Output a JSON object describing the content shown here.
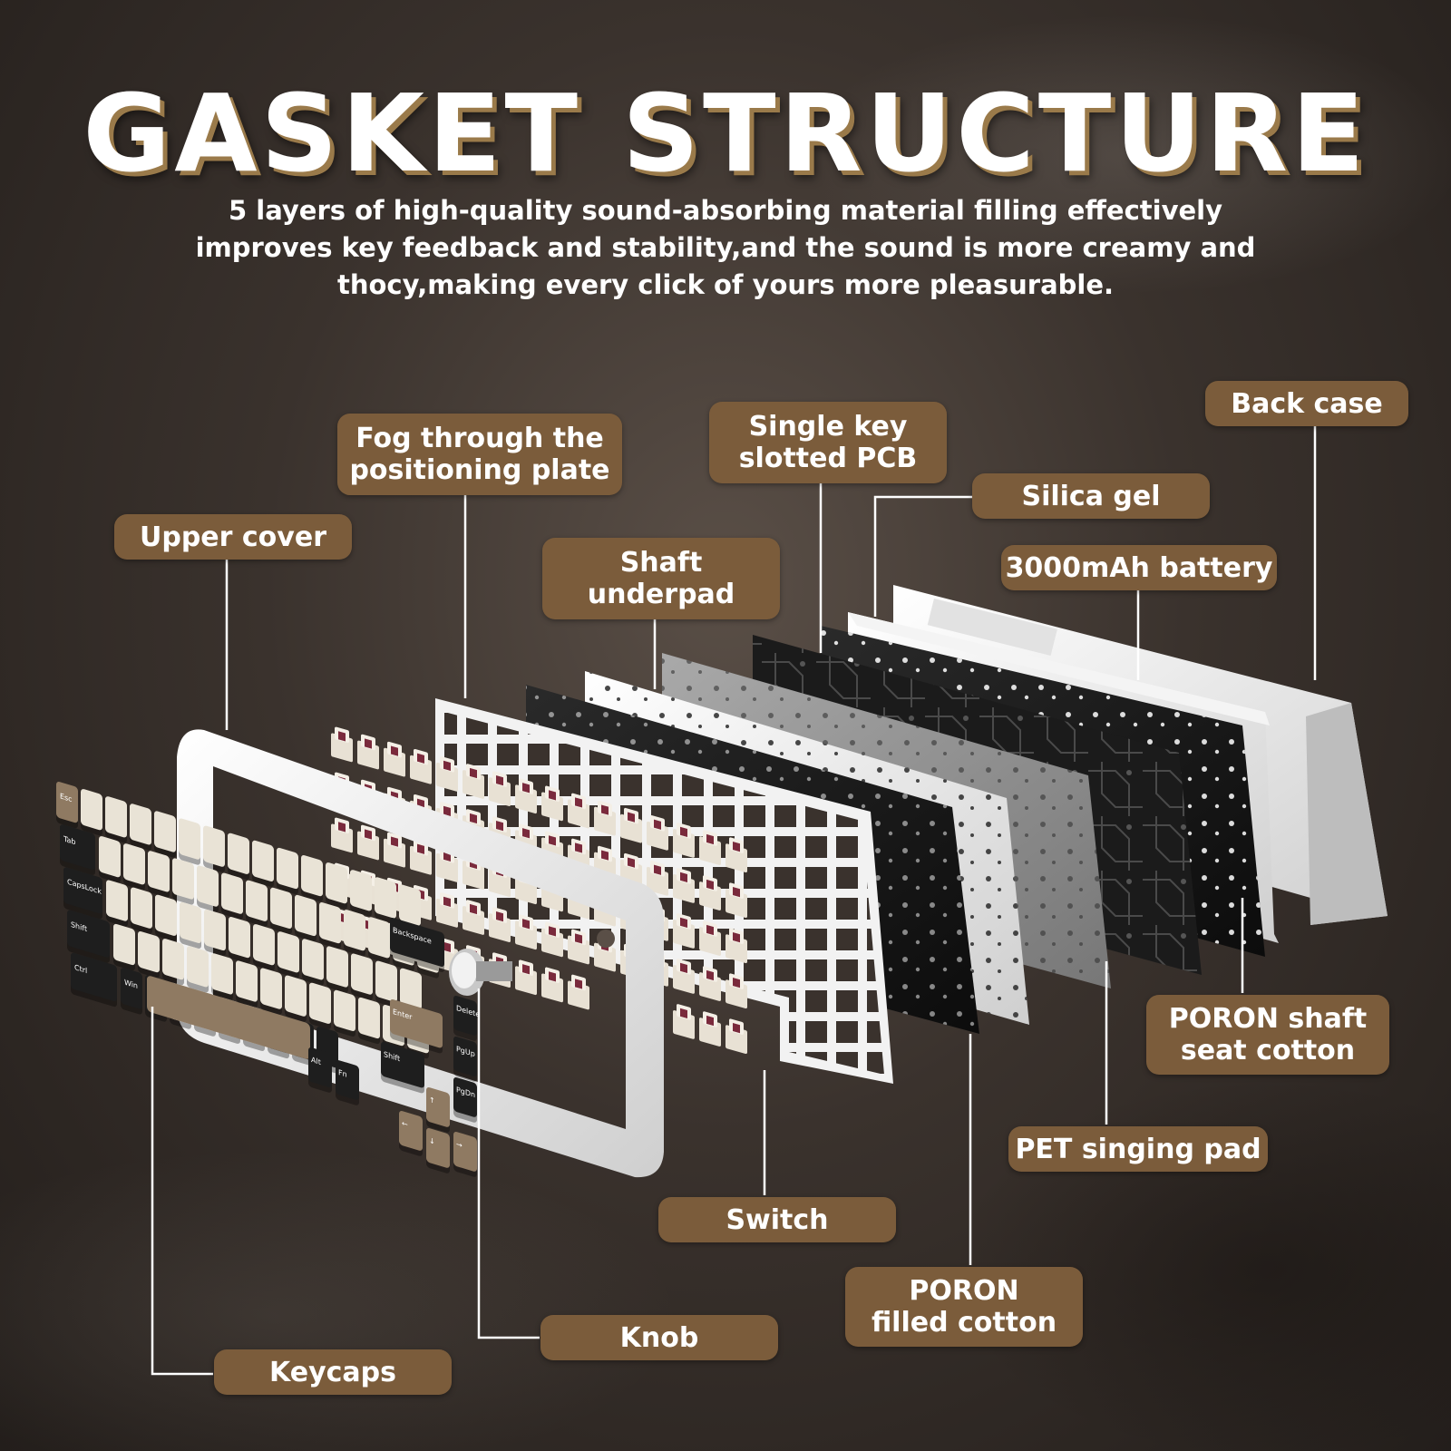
{
  "title": "GASKET STRUCTURE",
  "subtitle": "5 layers of high-quality sound-absorbing material filling effectively improves key feedback and stability,and the sound is more creamy and thocy,making every click of yours more pleasurable.",
  "labels": {
    "upper_cover": "Upper cover",
    "fog_plate": "Fog through the\npositioning plate",
    "shaft_underpad": "Shaft\nunderpad",
    "single_key_pcb": "Single key\nslotted PCB",
    "silica_gel": "Silica gel",
    "back_case": "Back case",
    "battery": "3000mAh battery",
    "poron_shaft": "PORON shaft\nseat cotton",
    "pet_pad": "PET singing pad",
    "switch": "Switch",
    "poron_filled": "PORON\nfilled cotton",
    "knob": "Knob",
    "keycaps": "Keycaps"
  },
  "keys": {
    "esc": "Esc",
    "tab": "Tab",
    "capslock": "CapsLock",
    "shift": "Shift",
    "ctrl": "Ctrl",
    "win": "Win",
    "alt": "Alt",
    "backspace": "Backspace",
    "enter": "Enter",
    "delete": "Delete",
    "pgup": "PgUp",
    "pgdn": "PgDn",
    "fn": "Fn",
    "up": "↑",
    "left": "←",
    "down": "↓",
    "right": "→"
  },
  "colors": {
    "label_bg": "#7b5c3b",
    "title_shadow": "#9a7a4a",
    "keycap_cream": "#e9e3d6",
    "keycap_black": "#1e1e1e",
    "keycap_tan": "#8f7a62",
    "switch_stem": "#7a2a3c"
  }
}
